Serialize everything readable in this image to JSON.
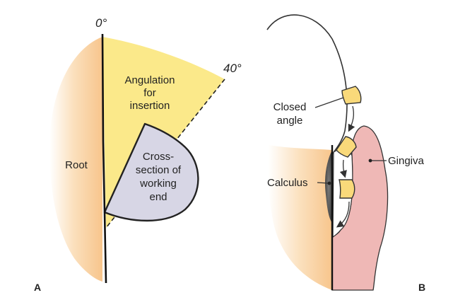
{
  "panel_a": {
    "panel_letter": "A",
    "angle_start": "0°",
    "angle_end": "40°",
    "angulation_label": [
      "Angulation",
      "for",
      "insertion"
    ],
    "root_label": "Root",
    "cross_section_label": [
      "Cross-",
      "section of",
      "working",
      "end"
    ]
  },
  "panel_b": {
    "panel_letter": "B",
    "closed_angle_label": [
      "Closed",
      "angle"
    ],
    "calculus_label": "Calculus",
    "gingiva_label": "Gingiva"
  },
  "colors": {
    "root_fill": "#f9cf9a",
    "angulation_fill": "#fbe98a",
    "cross_section_fill": "#d7d6e5",
    "gingiva_fill": "#efb8b6",
    "calculus_fill": "#595959",
    "instrument_fill": "#f9d97a"
  }
}
